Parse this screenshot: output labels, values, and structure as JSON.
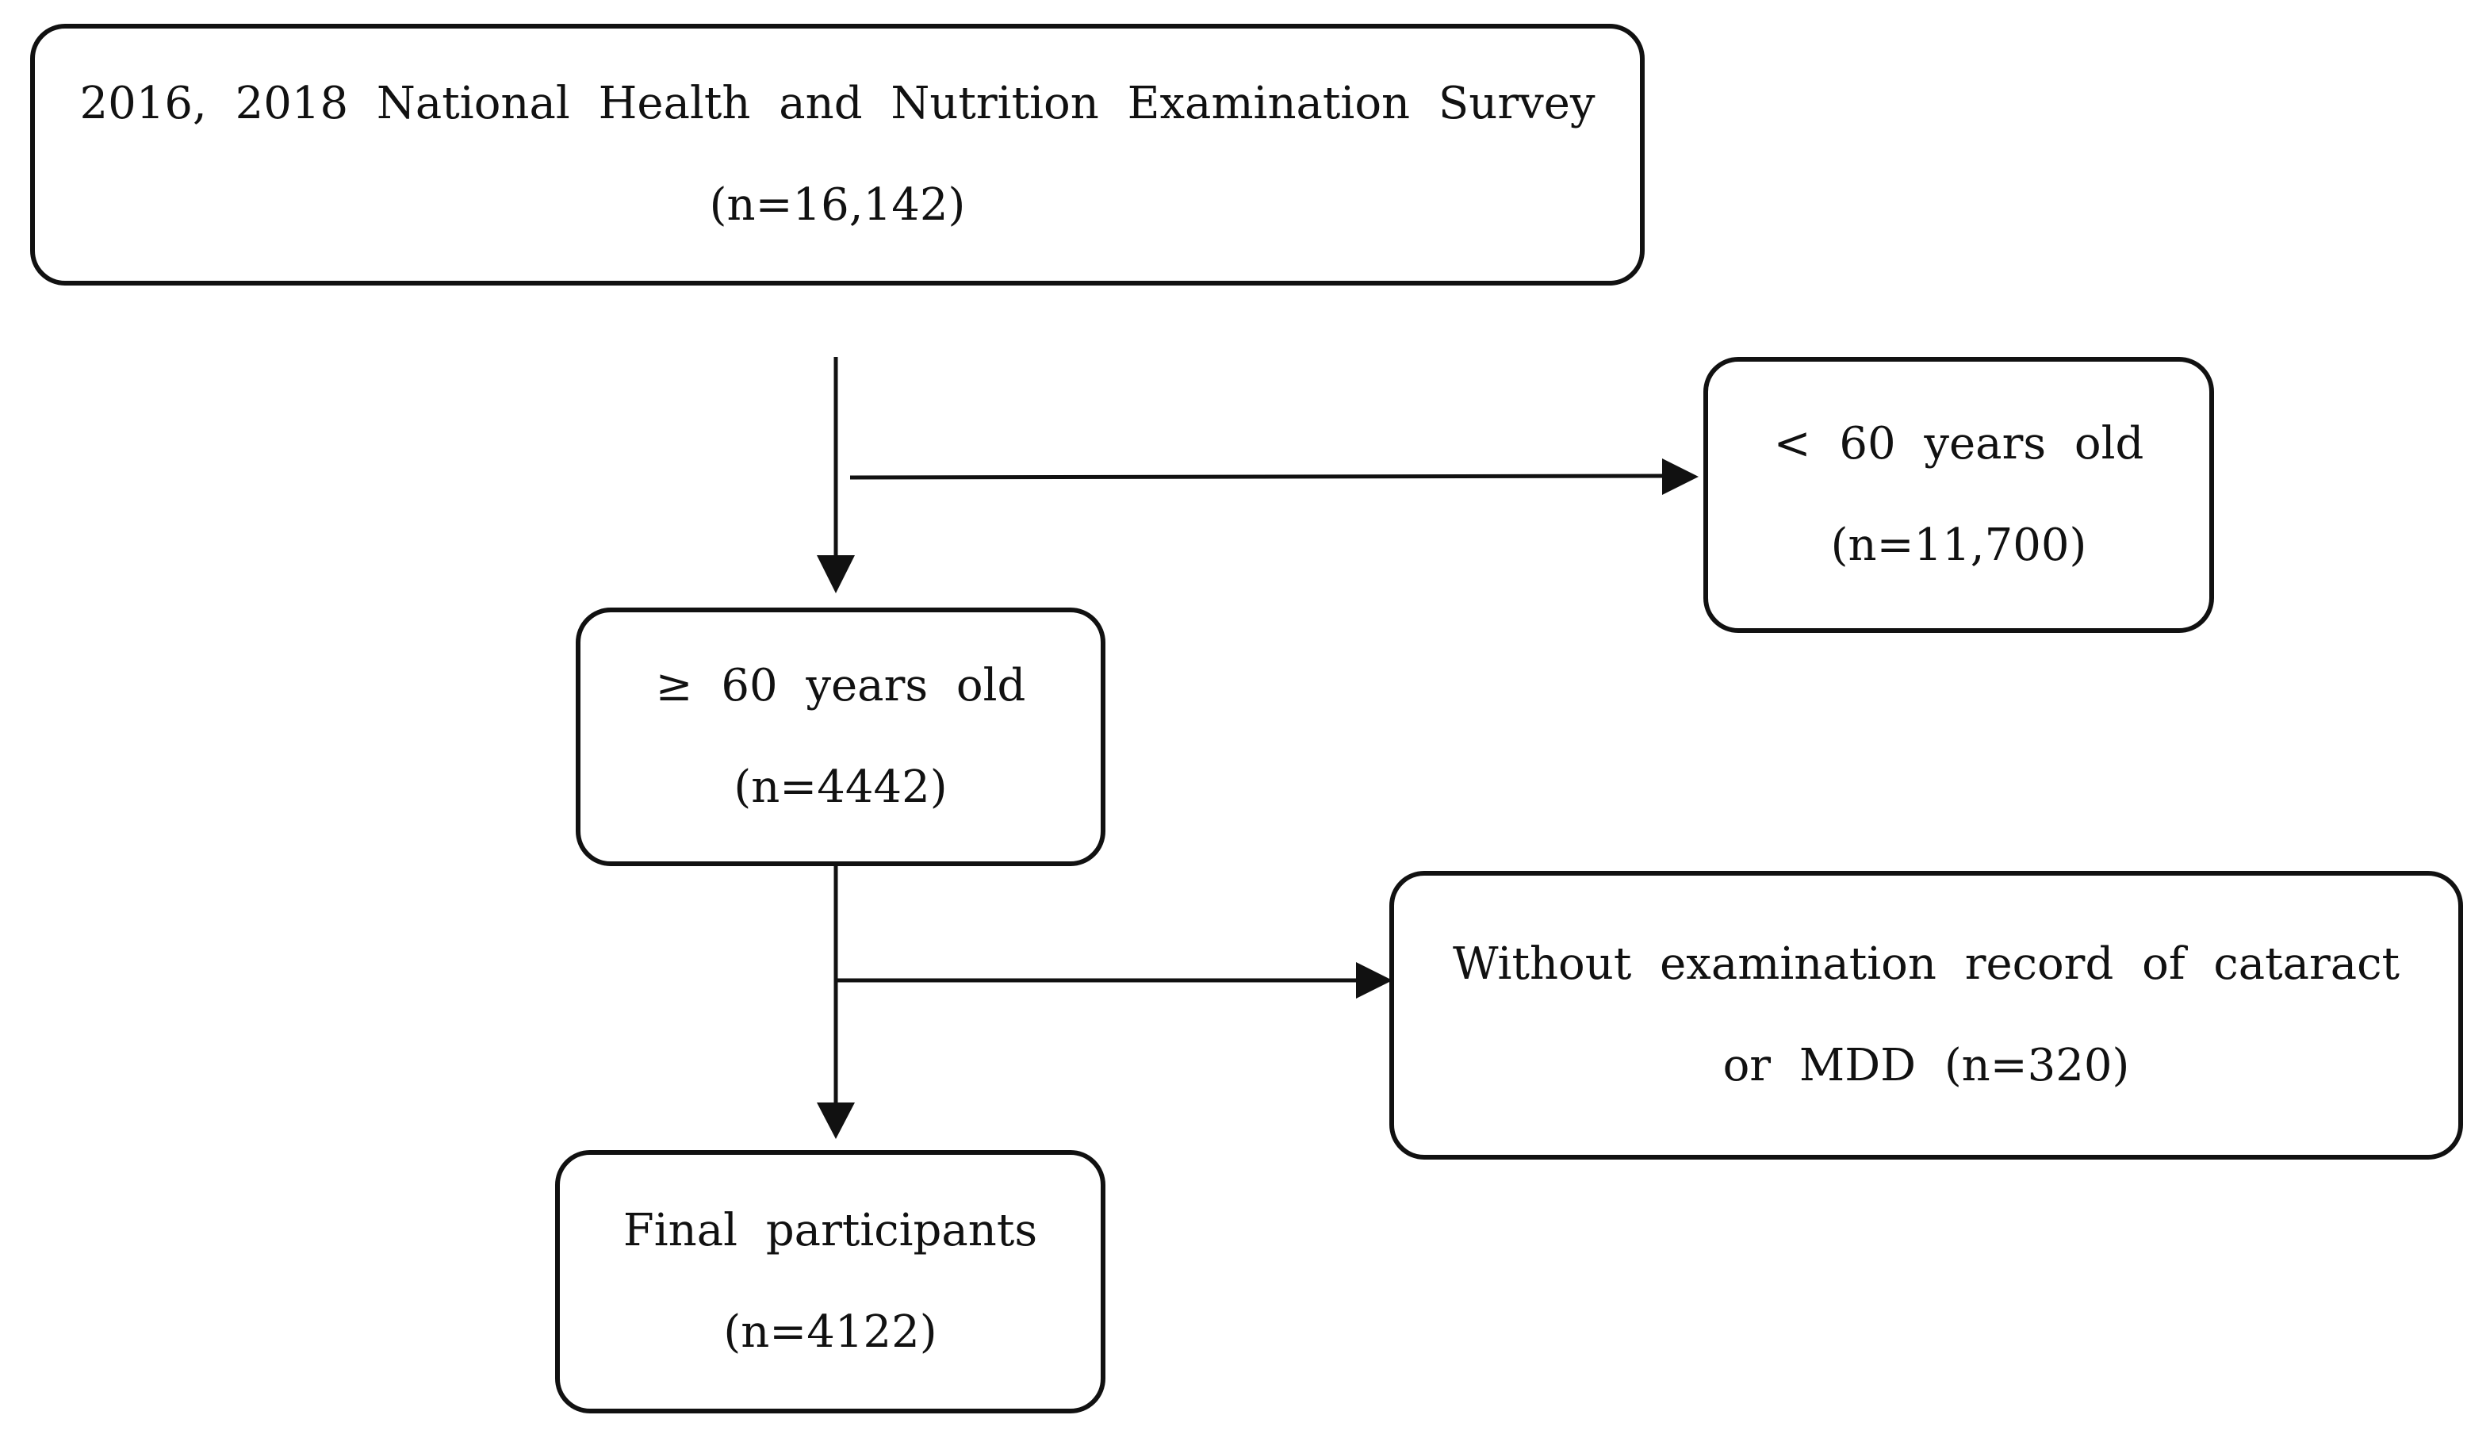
{
  "boxes": {
    "survey": {
      "line1": "2016, 2018 National Health and Nutrition Examination Survey",
      "line2": "(n=16,142)"
    },
    "under60": {
      "line1": "< 60 years old",
      "line2": "(n=11,700)"
    },
    "over60": {
      "line1": "≥ 60 years old",
      "line2": "(n=4442)"
    },
    "excluded": {
      "line1": "Without examination record of cataract",
      "line2": "or MDD (n=320)"
    },
    "final": {
      "line1": "Final participants",
      "line2": "(n=4122)"
    }
  },
  "colors": {
    "stroke": "#111111",
    "background": "#ffffff"
  }
}
